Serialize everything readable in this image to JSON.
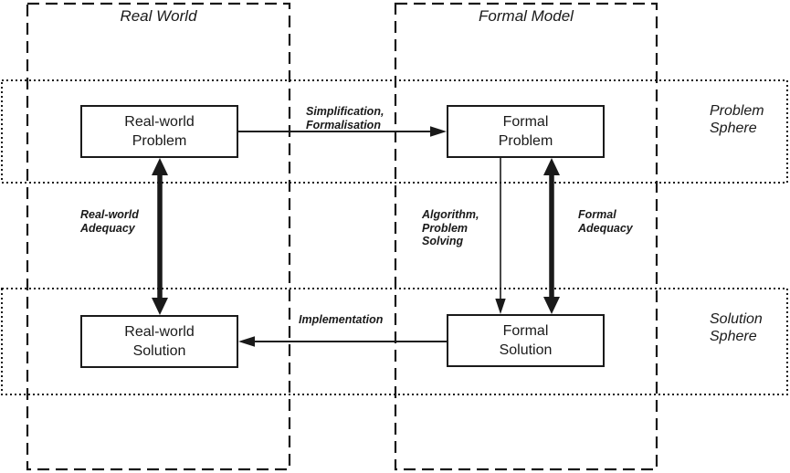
{
  "diagram": {
    "regions": {
      "real_world_title": "Real World",
      "formal_model_title": "Formal Model",
      "problem_sphere_label": "Problem\nSphere",
      "solution_sphere_label": "Solution\nSphere"
    },
    "nodes": {
      "real_world_problem": "Real-world\nProblem",
      "formal_problem": "Formal\nProblem",
      "real_world_solution": "Real-world\nSolution",
      "formal_solution": "Formal\nSolution"
    },
    "edges": {
      "simplification": "Simplification,\nFormalisation",
      "algorithm": "Algorithm,\nProblem\nSolving",
      "real_world_adequacy": "Real-world\nAdequacy",
      "formal_adequacy": "Formal\nAdequacy",
      "implementation": "Implementation"
    },
    "colors": {
      "line": "#1a1a1a",
      "background": "#ffffff"
    }
  }
}
